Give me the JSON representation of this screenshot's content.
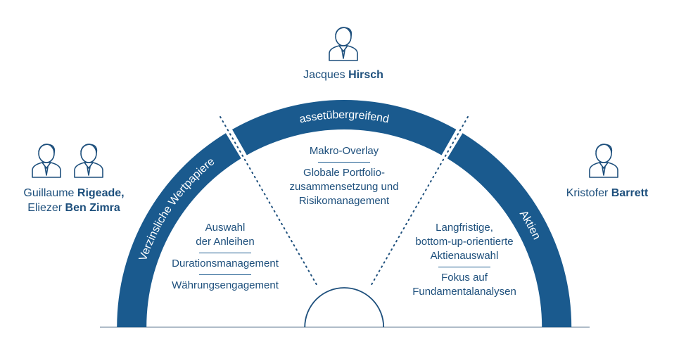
{
  "arc": {
    "left_label": "Verzinsliche Wertpapiere",
    "top_label": "assetübergreifend",
    "right_label": "Aktien"
  },
  "people": {
    "top": {
      "first": "Jacques",
      "last": "Hirsch"
    },
    "left": {
      "line1_first": "Guillaume",
      "line1_last": "Rigeade,",
      "line2_first": "Eliezer",
      "line2_last": "Ben Zimra"
    },
    "right": {
      "first": "Kristofer",
      "last": "Barrett"
    }
  },
  "center": {
    "item1": "Makro-Overlay",
    "item2_l1": "Globale Portfolio-",
    "item2_l2": "zusammensetzung und",
    "item2_l3": "Risikomanagement"
  },
  "left_sector": {
    "item1_l1": "Auswahl",
    "item1_l2": "der Anleihen",
    "item2": "Durationsmanagement",
    "item3": "Währungsengagement"
  },
  "right_sector": {
    "item1_l1": "Langfristige,",
    "item1_l2": "bottom-up-orientierte",
    "item1_l3": "Aktienauswahl",
    "item2_l1": "Fokus auf",
    "item2_l2": "Fundamentalanalysen"
  },
  "colors": {
    "accent": "#1a5a8e",
    "text": "#1d4f7c",
    "line": "#7f93a8"
  }
}
